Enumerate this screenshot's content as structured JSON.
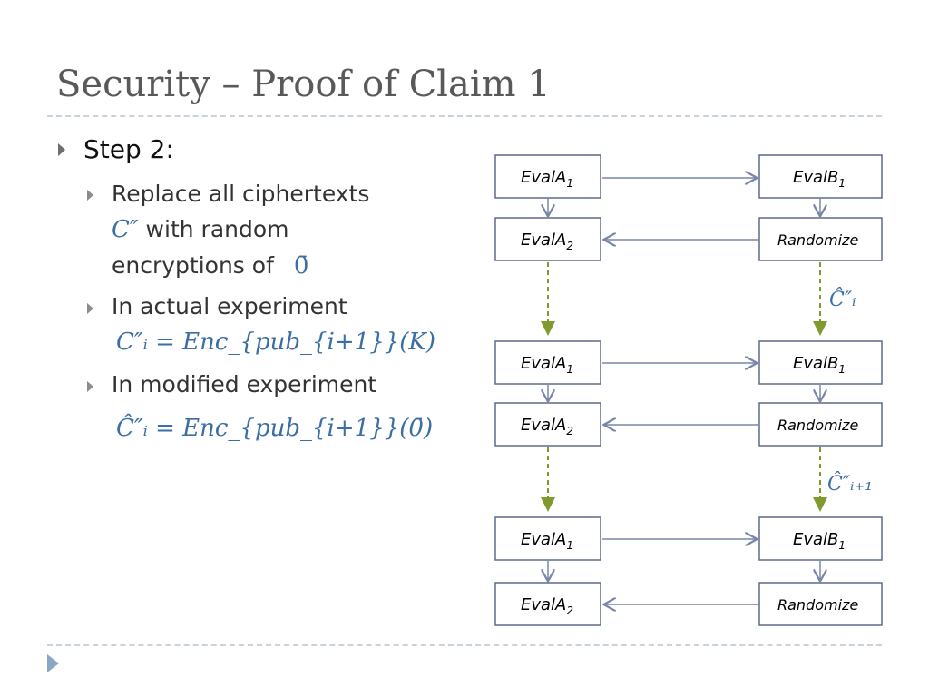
{
  "slide": {
    "title": "Security – Proof of Claim 1"
  },
  "content": {
    "step": "Step 2:",
    "replace_line1": "Replace all ciphertexts",
    "replace_math": "C″",
    "replace_line2_rest": " with random",
    "replace_line3": "encryptions of",
    "replace_zero": "0̄",
    "actual_label": "In actual experiment",
    "actual_math": "C″ᵢ = Enc_{pub_{i+1}}(K)",
    "modified_label": "In modified experiment",
    "modified_math": "Ĉ″ᵢ = Enc_{pub_{i+1}}(0̄)"
  },
  "diagram": {
    "evalA1": "EvalA",
    "evalA2": "EvalA",
    "evalB1": "EvalB",
    "randomize": "Randomize",
    "sub1": "1",
    "sub2": "2",
    "ci_label": "Ĉ″ᵢ",
    "ci1_label": "Ĉ″ᵢ₊₁"
  },
  "colors": {
    "title": "#595959",
    "math": "#3a6ea5",
    "box_border": "#5d6a8a",
    "arrow": "#7a86a8",
    "dashed_arrow": "#7f9a2d",
    "divider": "#c9d3dc"
  }
}
